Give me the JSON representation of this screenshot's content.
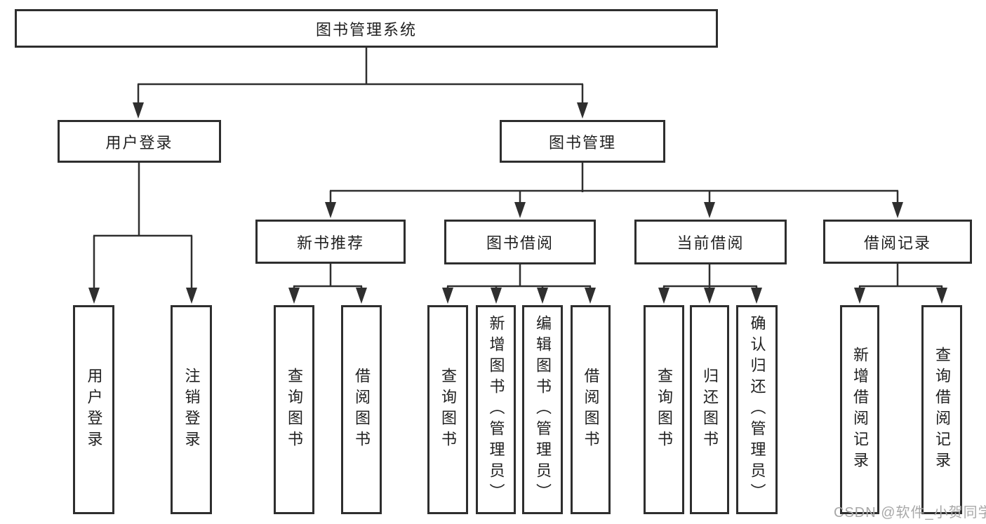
{
  "tree": {
    "label": "图书管理系统",
    "children": [
      {
        "label": "用户登录",
        "children": [
          {
            "label": "用户登录"
          },
          {
            "label": "注销登录"
          }
        ]
      },
      {
        "label": "图书管理",
        "children": [
          {
            "label": "新书推荐",
            "children": [
              {
                "label": "查询图书"
              },
              {
                "label": "借阅图书"
              }
            ]
          },
          {
            "label": "图书借阅",
            "children": [
              {
                "label": "查询图书"
              },
              {
                "label": "新增图书（管理员）"
              },
              {
                "label": "编辑图书（管理员）"
              },
              {
                "label": "借阅图书"
              }
            ]
          },
          {
            "label": "当前借阅",
            "children": [
              {
                "label": "查询图书"
              },
              {
                "label": "归还图书"
              },
              {
                "label": "确认归还（管理员）"
              }
            ]
          },
          {
            "label": "借阅记录",
            "children": [
              {
                "label": "新增借阅记录"
              },
              {
                "label": "查询借阅记录"
              }
            ]
          }
        ]
      }
    ]
  },
  "watermark": {
    "text": "CSDN @软件_小贺同学"
  },
  "colors": {
    "line": "#2f2f2f",
    "box_border": "#2e2e2e",
    "text": "#212121",
    "watermark": "#a8a8a8",
    "background": "#ffffff"
  }
}
